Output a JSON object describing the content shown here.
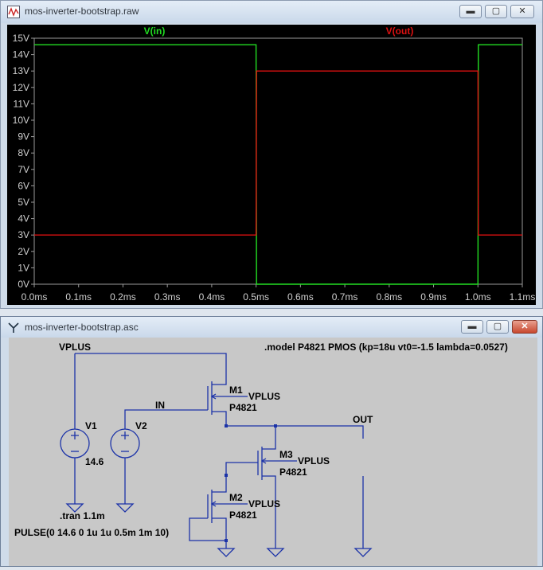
{
  "waveform_window": {
    "title": "mos-inverter-bootstrap.raw",
    "controls": {
      "minimize": "▬",
      "maximize": "▢",
      "close": "✕"
    }
  },
  "schematic_window": {
    "title": "mos-inverter-bootstrap.asc",
    "controls": {
      "minimize": "▬",
      "maximize": "▢",
      "close": "✕"
    }
  },
  "chart_data": {
    "type": "line",
    "xlabel": "",
    "ylabel": "",
    "xlim": [
      0.0,
      1.1
    ],
    "ylim": [
      0,
      15
    ],
    "x_ticks": [
      "0.0ms",
      "0.1ms",
      "0.2ms",
      "0.3ms",
      "0.4ms",
      "0.5ms",
      "0.6ms",
      "0.7ms",
      "0.8ms",
      "0.9ms",
      "1.0ms",
      "1.1ms"
    ],
    "y_ticks": [
      "0V",
      "1V",
      "2V",
      "3V",
      "4V",
      "5V",
      "6V",
      "7V",
      "8V",
      "9V",
      "10V",
      "11V",
      "12V",
      "13V",
      "14V",
      "15V"
    ],
    "series": [
      {
        "name": "V(in)",
        "color": "#22dd22",
        "x": [
          0.0,
          0.001,
          0.5,
          0.501,
          1.0,
          1.001,
          1.1
        ],
        "y": [
          14.6,
          14.6,
          14.6,
          0.0,
          0.0,
          14.6,
          14.6
        ]
      },
      {
        "name": "V(out)",
        "color": "#dd1111",
        "x": [
          0.0,
          0.001,
          0.5,
          0.501,
          1.0,
          1.001,
          1.1
        ],
        "y": [
          3.0,
          3.0,
          3.0,
          13.0,
          13.0,
          3.0,
          3.0
        ]
      }
    ],
    "grid": false,
    "legend": "top"
  },
  "schematic": {
    "model_directive": ".model P4821 PMOS (kp=18u vt0=-1.5 lambda=0.0527)",
    "nets": {
      "vplus": "VPLUS",
      "in": "IN",
      "out": "OUT"
    },
    "components": {
      "v1": {
        "name": "V1",
        "value": "14.6"
      },
      "v2": {
        "name": "V2"
      },
      "m1": {
        "name": "M1",
        "model": "P4821",
        "body": "VPLUS"
      },
      "m2": {
        "name": "M2",
        "model": "P4821",
        "body": "VPLUS"
      },
      "m3": {
        "name": "M3",
        "model": "P4821",
        "body": "VPLUS"
      }
    },
    "tran": ".tran 1.1m",
    "pulse": "PULSE(0 14.6 0 1u 1u 0.5m 1m 10)"
  }
}
